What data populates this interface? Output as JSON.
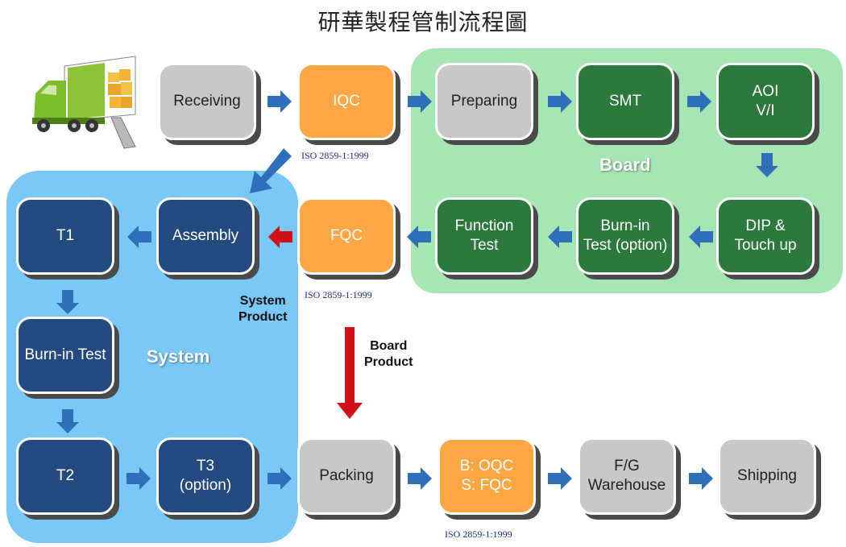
{
  "title": "研華製程管制流程圖",
  "regions": {
    "board": "Board",
    "system": "System"
  },
  "steps": {
    "receiving": "Receiving",
    "iqc": "IQC",
    "preparing": "Preparing",
    "smt": "SMT",
    "aoi": "AOI\nV/I",
    "dip": "DIP &\nTouch up",
    "burn_in_board": "Burn-in\nTest (option)",
    "function_test": "Function\nTest",
    "fqc": "FQC",
    "assembly": "Assembly",
    "t1": "T1",
    "burn_in_system": "Burn-in Test",
    "t2": "T2",
    "t3": "T3\n(option)",
    "packing": "Packing",
    "oqc": "B: OQC\nS: FQC",
    "fg_warehouse": "F/G\nWarehouse",
    "shipping": "Shipping"
  },
  "iso_labels": {
    "iqc": "ISO 2859-1:1999",
    "fqc": "ISO 2859-1:1999",
    "oqc": "ISO 2859-1:1999"
  },
  "notes": {
    "system_product": "System\nProduct",
    "board_product": "Board\nProduct"
  },
  "colors": {
    "arrow_blue": "#2f6fba",
    "arrow_red": "#d0111a",
    "board_region": "#a6e5b4",
    "system_region": "#79c8f7"
  },
  "icons": {
    "truck": "delivery-truck-icon"
  }
}
